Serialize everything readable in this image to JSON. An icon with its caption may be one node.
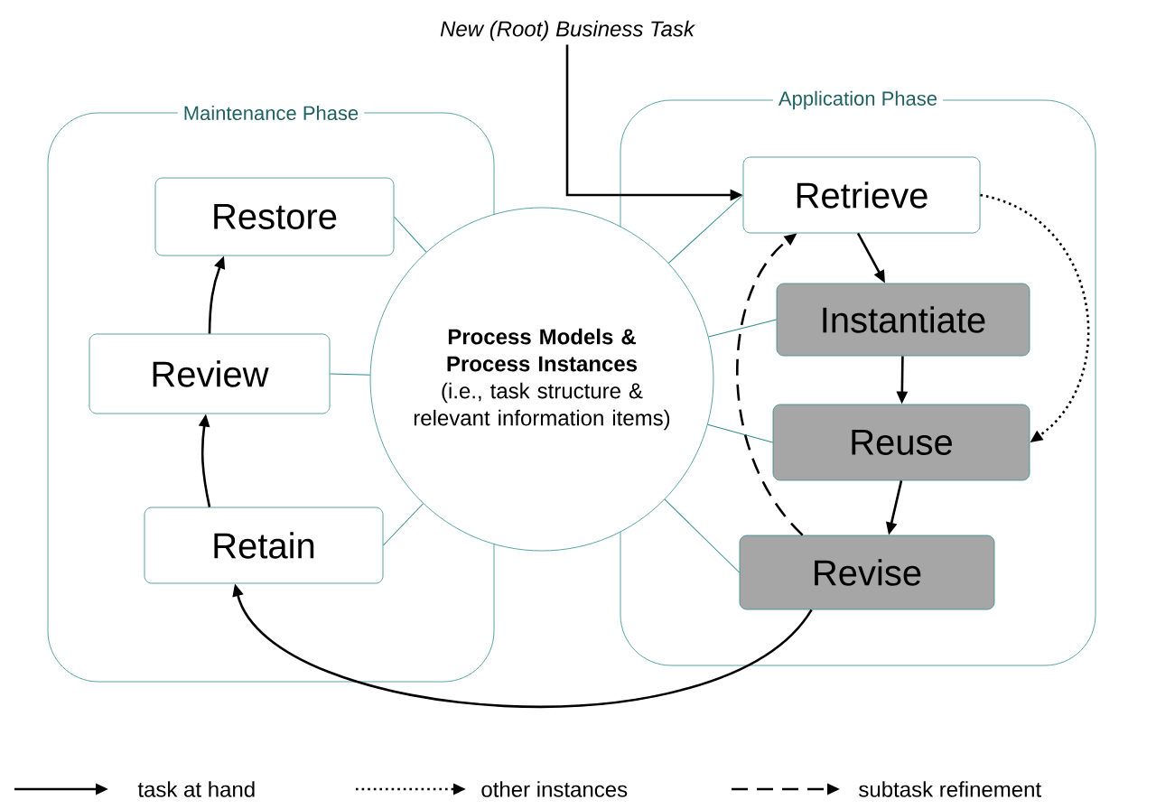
{
  "diagram": {
    "nodes": [
      {
        "text": [
          "Maintenance Phase"
        ]
      },
      {
        "text": [
          "Application Phase"
        ]
      },
      {
        "text": [
          "Restore"
        ],
        "in": 0
      },
      {
        "text": [
          "Review"
        ],
        "in": 0
      },
      {
        "text": [
          "Retain"
        ],
        "in": 0
      },
      {
        "text": [
          "Process Models & Process Instances",
          "(i.e., task structure & relevant information items)"
        ]
      },
      {
        "text": [
          "Retrieve"
        ],
        "in": 1
      },
      {
        "text": [
          "Instantiate"
        ],
        "in": 1
      },
      {
        "text": [
          "Reuse"
        ],
        "in": 1
      },
      {
        "text": [
          "Revise"
        ],
        "in": 1
      },
      {
        "text": [
          "New (Root) Business Task"
        ]
      }
    ],
    "edges": [
      {
        "from": 10,
        "to": 6,
        "arrow": "to",
        "color": "#000000"
      },
      {
        "from": 6,
        "to": 7,
        "arrow": "to",
        "color": "#000000"
      },
      {
        "from": 7,
        "to": 8,
        "arrow": "to",
        "color": "#000000"
      },
      {
        "from": 8,
        "to": 9,
        "arrow": "to",
        "color": "#000000"
      },
      {
        "from": 9,
        "to": 4,
        "arrow": "to",
        "color": "#000000"
      },
      {
        "from": 4,
        "to": 3,
        "arrow": "to",
        "color": "#000000"
      },
      {
        "from": 3,
        "to": 2,
        "arrow": "to",
        "color": "#000000"
      },
      {
        "from": 6,
        "to": 8,
        "arrow": "to",
        "style": "dashed",
        "color": "#000000"
      },
      {
        "from": 9,
        "to": 6,
        "arrow": "to",
        "style": "dashed",
        "color": "#000000"
      },
      {
        "from": 5,
        "to": 2,
        "arrow": "none",
        "color": "#2e8b8b"
      },
      {
        "from": 5,
        "to": 3,
        "arrow": "none",
        "color": "#2e8b8b"
      },
      {
        "from": 5,
        "to": 4,
        "arrow": "none",
        "color": "#2e8b8b"
      },
      {
        "from": 5,
        "to": 6,
        "arrow": "none",
        "color": "#2e8b8b"
      },
      {
        "from": 5,
        "to": 7,
        "arrow": "none",
        "color": "#2e8b8b"
      },
      {
        "from": 5,
        "to": 8,
        "arrow": "none",
        "color": "#2e8b8b"
      },
      {
        "from": 5,
        "to": 9,
        "arrow": "none",
        "color": "#2e8b8b"
      }
    ],
    "legend": [
      {
        "text": "task at hand"
      },
      {
        "text": "other instances"
      },
      {
        "text": "subtask refinement"
      }
    ]
  }
}
